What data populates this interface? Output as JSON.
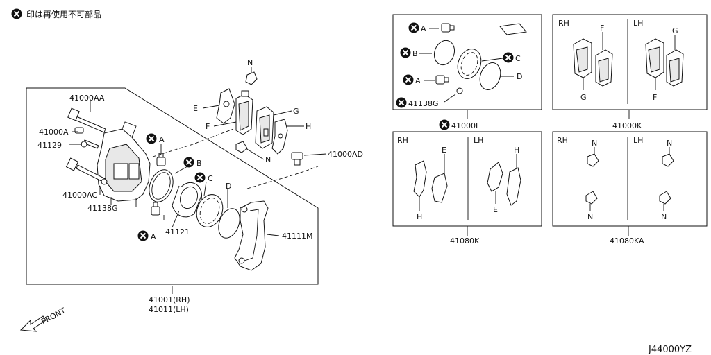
{
  "legend": {
    "text": "印は再使用不可部品"
  },
  "main": {
    "labels": {
      "aa": "41000AA",
      "a_top": "41000A",
      "p41129": "41129",
      "ac": "41000AC",
      "g138": "41138G",
      "ad": "41000AD",
      "p41121": "41121",
      "m": "41111M",
      "a": "A",
      "b": "B",
      "c": "C",
      "d": "D",
      "e": "E",
      "f": "F",
      "g": "G",
      "h": "H",
      "n": "N",
      "a2": "A"
    },
    "caption_rh": "41001(RH)",
    "caption_lh": "41011(LH)",
    "front": "FRONT"
  },
  "kit_l": {
    "a1": "A",
    "b": "B",
    "c": "C",
    "d": "D",
    "a2": "A",
    "g": "41138G",
    "caption": "41000L"
  },
  "kit_k": {
    "rh": "RH",
    "lh": "LH",
    "f": "F",
    "g": "G",
    "g2": "G",
    "f2": "F",
    "caption": "41000K"
  },
  "kit_80k": {
    "rh": "RH",
    "lh": "LH",
    "e": "E",
    "h": "H",
    "h2": "H",
    "e2": "E",
    "caption": "41080K"
  },
  "kit_80ka": {
    "rh": "RH",
    "lh": "LH",
    "n1": "N",
    "n2": "N",
    "n3": "N",
    "n4": "N",
    "caption": "41080KA"
  },
  "diagram_code": "J44000YZ"
}
